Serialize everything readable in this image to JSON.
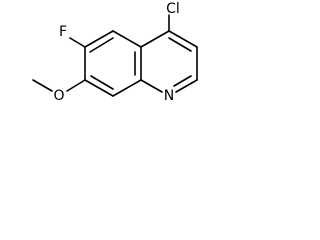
{
  "molecule": {
    "atoms": {
      "cl": "Cl",
      "f": "F",
      "o": "O",
      "n": "N"
    }
  }
}
